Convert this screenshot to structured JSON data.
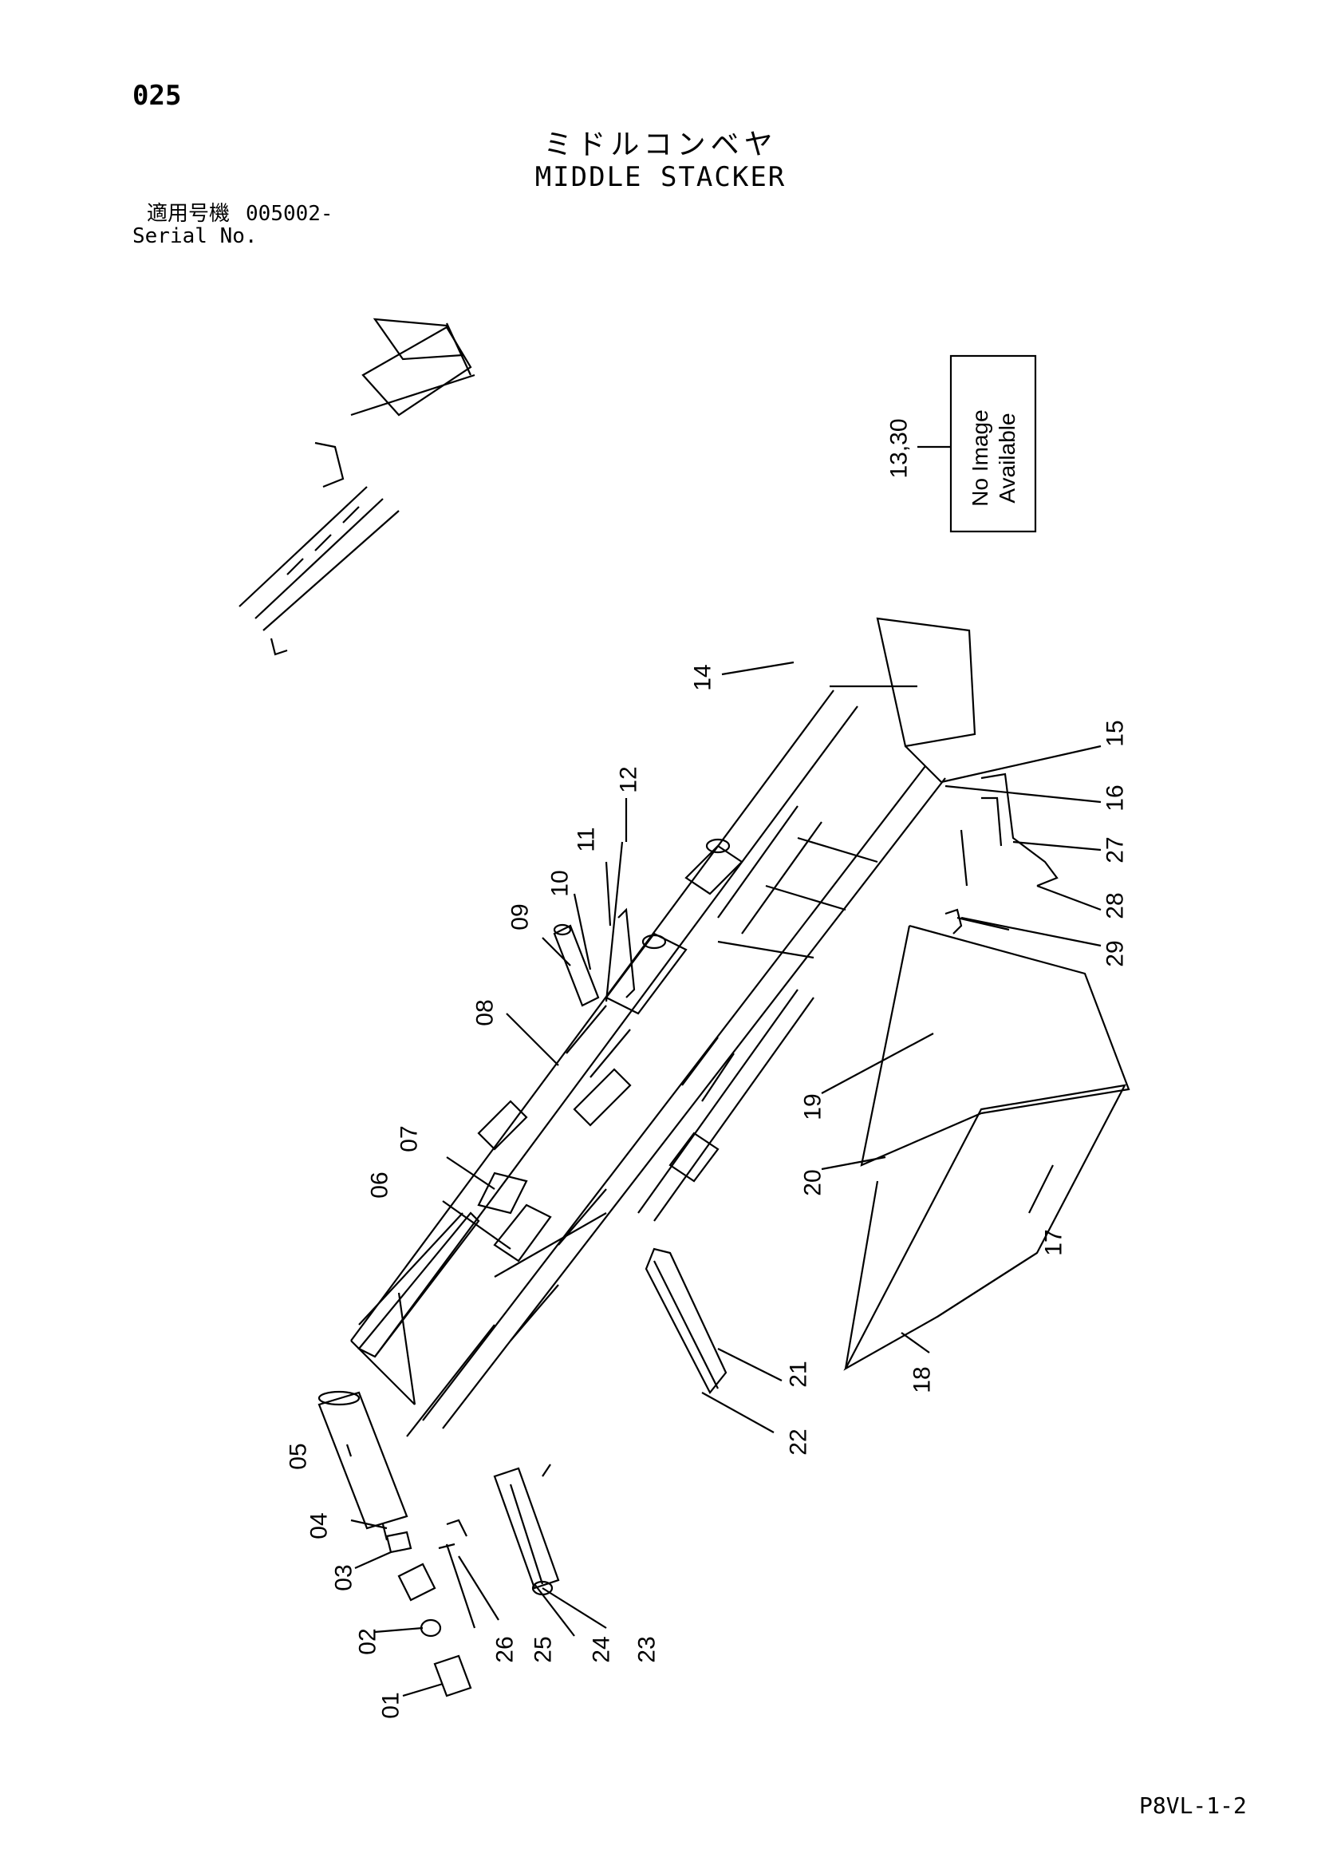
{
  "page_number": "025",
  "title_jp": "ミドルコンベヤ",
  "title_en": "MIDDLE STACKER",
  "serial": {
    "label_jp": "適用号機",
    "value": "005002-",
    "label_en": "Serial No."
  },
  "no_image": {
    "callout": "13,30",
    "line1": "No Image",
    "line2": "Available"
  },
  "callouts": [
    "01",
    "02",
    "03",
    "04",
    "05",
    "06",
    "07",
    "08",
    "09",
    "10",
    "11",
    "12",
    "14",
    "15",
    "16",
    "17",
    "18",
    "19",
    "20",
    "21",
    "22",
    "23",
    "24",
    "25",
    "26",
    "27",
    "28",
    "29"
  ],
  "footer_code": "P8VL-1-2"
}
